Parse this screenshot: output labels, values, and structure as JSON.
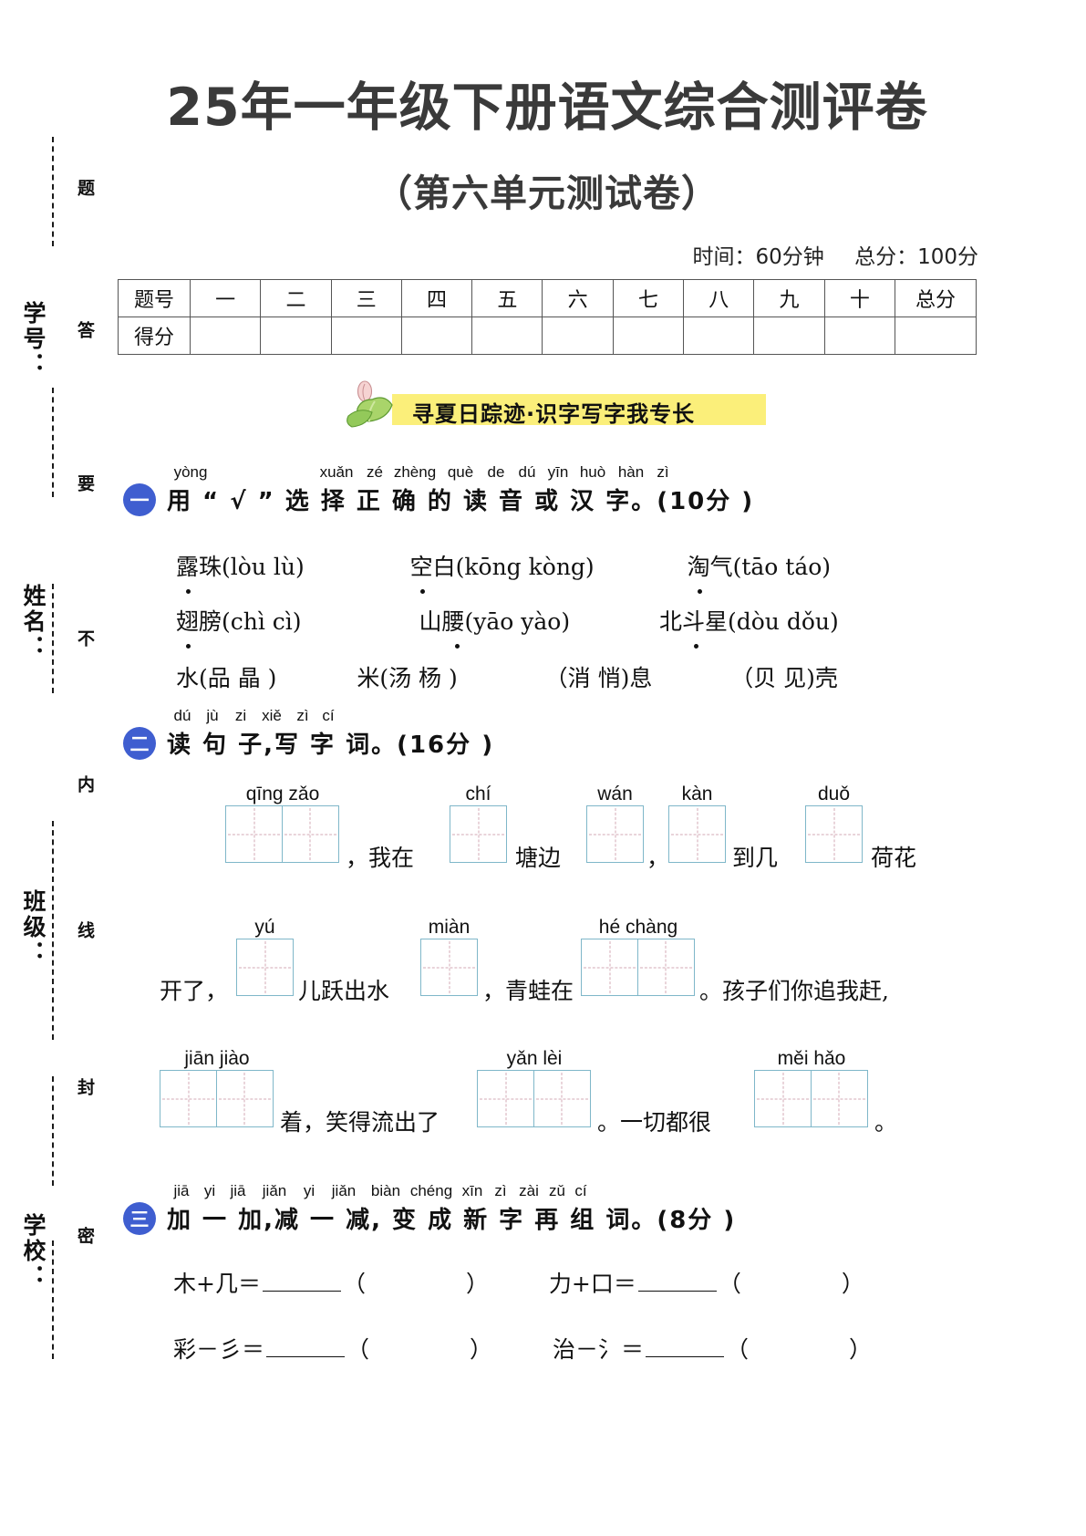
{
  "page": {
    "title": "25年一年级下册语文综合测评卷",
    "subtitle": "（第六单元测试卷）",
    "meta": {
      "time": "时间：60分钟",
      "total": "总分：100分"
    }
  },
  "margin": {
    "outer": [
      "学号：",
      "姓名：",
      "班级：",
      "学校："
    ],
    "inner": [
      "题",
      "答",
      "要",
      "不",
      "内",
      "线",
      "封",
      "密"
    ]
  },
  "score_table": {
    "row_labels": [
      "题号",
      "得分"
    ],
    "columns": [
      "一",
      "二",
      "三",
      "四",
      "五",
      "六",
      "七",
      "八",
      "九",
      "十",
      "总分"
    ]
  },
  "banner": {
    "text": "寻夏日踪迹·识字写字我专长",
    "bg_color": "#fbef7a",
    "icon": "lotus-icon"
  },
  "accent_color": "#3f5ed0",
  "grid_color": "#7fb7c9",
  "questions": [
    {
      "num": "一",
      "pinyin": [
        "yòng",
        "",
        "xuǎn",
        "zé",
        "zhèng",
        "què",
        "de",
        "dú",
        "yīn",
        "huò",
        "hàn",
        "zì"
      ],
      "title": "用 “ √ ” 选 择 正 确 的 读 音 或 汉 字。(10分 )",
      "rows": [
        [
          "露珠(lòu  lù)",
          "空白(kōng  kòng)",
          "淘气(tāo  táo)"
        ],
        [
          "翅膀(chì  cì)",
          "山腰(yāo  yào)",
          "北斗星(dòu  dǒu)"
        ],
        [
          "水(品  晶 )",
          "米(汤  杨 )",
          "（消  悄)息",
          "（贝  见)壳"
        ]
      ]
    },
    {
      "num": "二",
      "pinyin": [
        "dú",
        "jù",
        "zi",
        "xiě",
        "zì",
        "cí"
      ],
      "title": "读 句 子,写 字 词。(16分 )",
      "lines": [
        {
          "parts": [
            {
              "type": "boxes",
              "pinyin": "qīng zǎo",
              "count": 2
            },
            {
              "type": "text",
              "text": "，我在"
            },
            {
              "type": "boxes",
              "pinyin": "chí",
              "count": 1
            },
            {
              "type": "text",
              "text": "塘边"
            },
            {
              "type": "boxes",
              "pinyin": "wán",
              "count": 1
            },
            {
              "type": "text",
              "text": "，"
            },
            {
              "type": "boxes",
              "pinyin": "kàn",
              "count": 1
            },
            {
              "type": "text",
              "text": "到几"
            },
            {
              "type": "boxes",
              "pinyin": "duǒ",
              "count": 1
            },
            {
              "type": "text",
              "text": "荷花"
            }
          ]
        },
        {
          "parts": [
            {
              "type": "text",
              "text": "开了，"
            },
            {
              "type": "boxes",
              "pinyin": "yú",
              "count": 1
            },
            {
              "type": "text",
              "text": "儿跃出水"
            },
            {
              "type": "boxes",
              "pinyin": "miàn",
              "count": 1
            },
            {
              "type": "text",
              "text": "，青蛙在"
            },
            {
              "type": "boxes",
              "pinyin": "hé chàng",
              "count": 2
            },
            {
              "type": "text",
              "text": "。孩子们你追我赶,"
            }
          ]
        },
        {
          "parts": [
            {
              "type": "boxes",
              "pinyin": "jiān jiào",
              "count": 2
            },
            {
              "type": "text",
              "text": "着，笑得流出了"
            },
            {
              "type": "boxes",
              "pinyin": "yǎn lèi",
              "count": 2
            },
            {
              "type": "text",
              "text": "。一切都很"
            },
            {
              "type": "boxes",
              "pinyin": "měi hǎo",
              "count": 2
            },
            {
              "type": "text",
              "text": "。"
            }
          ]
        }
      ]
    },
    {
      "num": "三",
      "pinyin": [
        "jiā",
        "yi",
        "jiā",
        "jiǎn",
        "yi",
        "jiǎn",
        "biàn",
        "chéng",
        "xīn",
        "zì",
        "zài",
        "zǔ",
        "cí"
      ],
      "title": "加 一 加,减 一 减, 变 成 新 字 再 组 词。(8分 )",
      "items": [
        {
          "left": "木+几＝",
          "paren": "（",
          "paren_close": "）"
        },
        {
          "left": "力+口＝",
          "paren": "（",
          "paren_close": "）"
        },
        {
          "left": "彩－彡＝",
          "paren": "（",
          "paren_close": "）"
        },
        {
          "left": "治－氵＝",
          "paren": "（",
          "paren_close": "）"
        }
      ]
    }
  ]
}
